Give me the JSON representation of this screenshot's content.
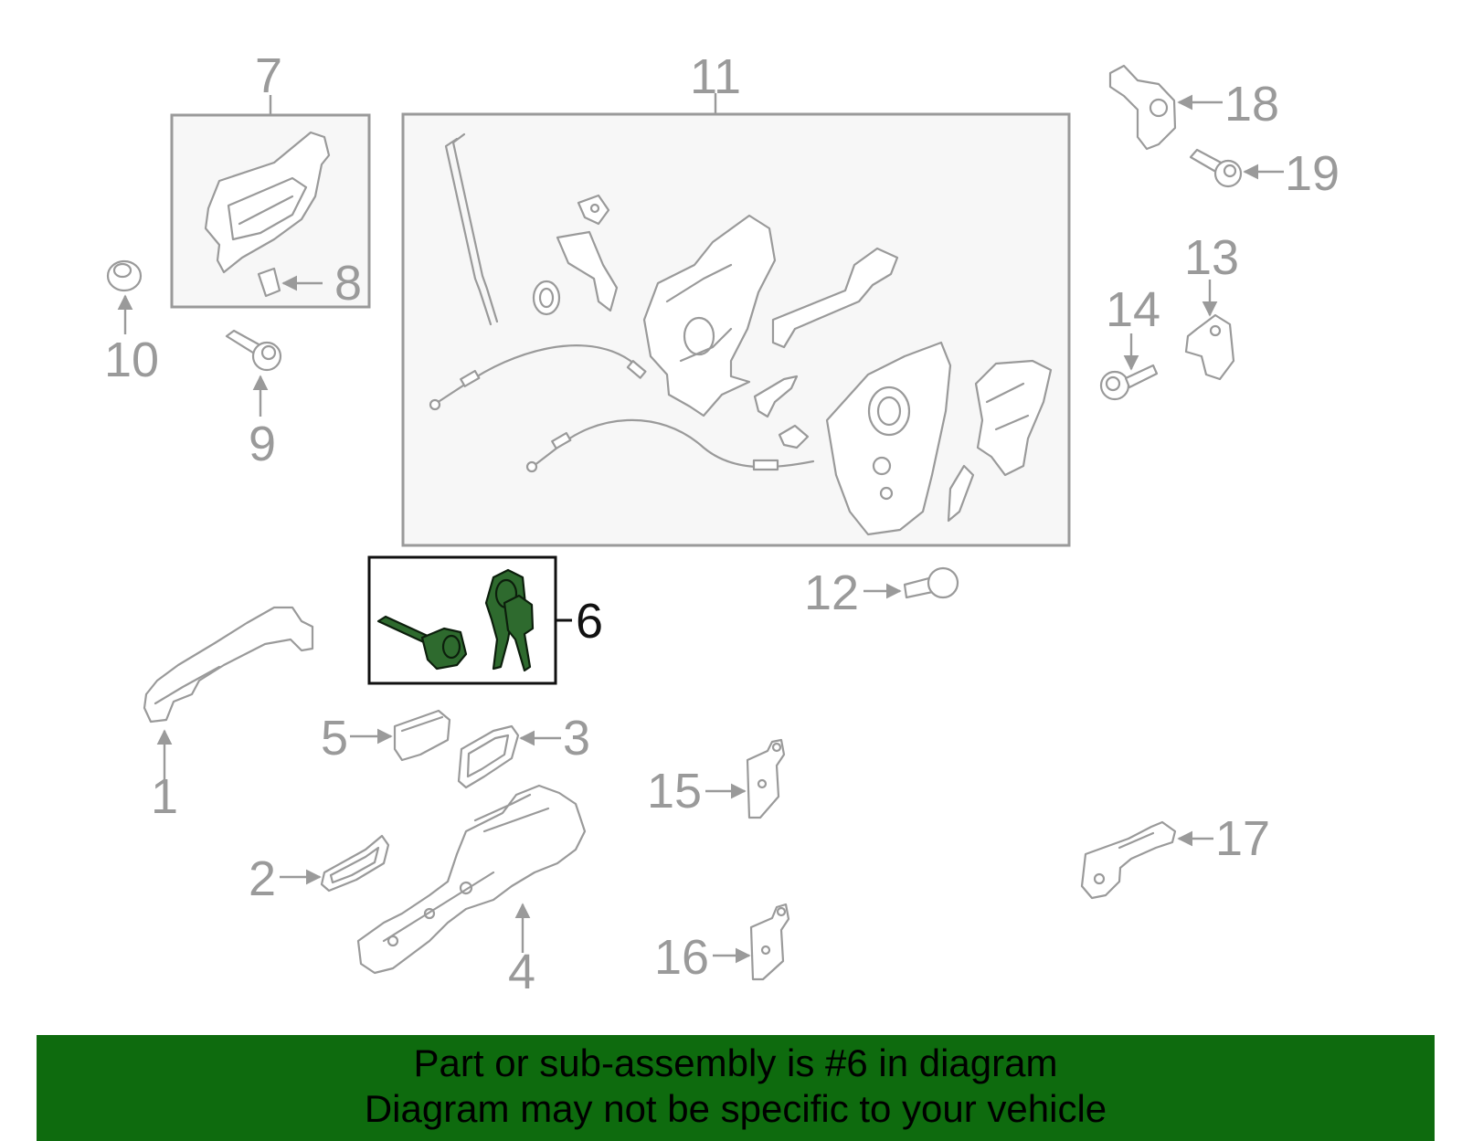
{
  "callouts": {
    "c1": "1",
    "c2": "2",
    "c3": "3",
    "c4": "4",
    "c5": "5",
    "c6": "6",
    "c7": "7",
    "c8": "8",
    "c9": "9",
    "c10": "10",
    "c11": "11",
    "c12": "12",
    "c13": "13",
    "c14": "14",
    "c15": "15",
    "c16": "16",
    "c17": "17",
    "c18": "18",
    "c19": "19"
  },
  "highlighted_part": "6",
  "colors": {
    "banner_background": "#0e6b0e",
    "highlight_fill": "#2e6a2e",
    "line_gray": "#9a9a9a"
  },
  "footer": {
    "line1": "Part or sub-assembly is #6 in diagram",
    "line2": "Diagram may not be specific to your vehicle"
  }
}
